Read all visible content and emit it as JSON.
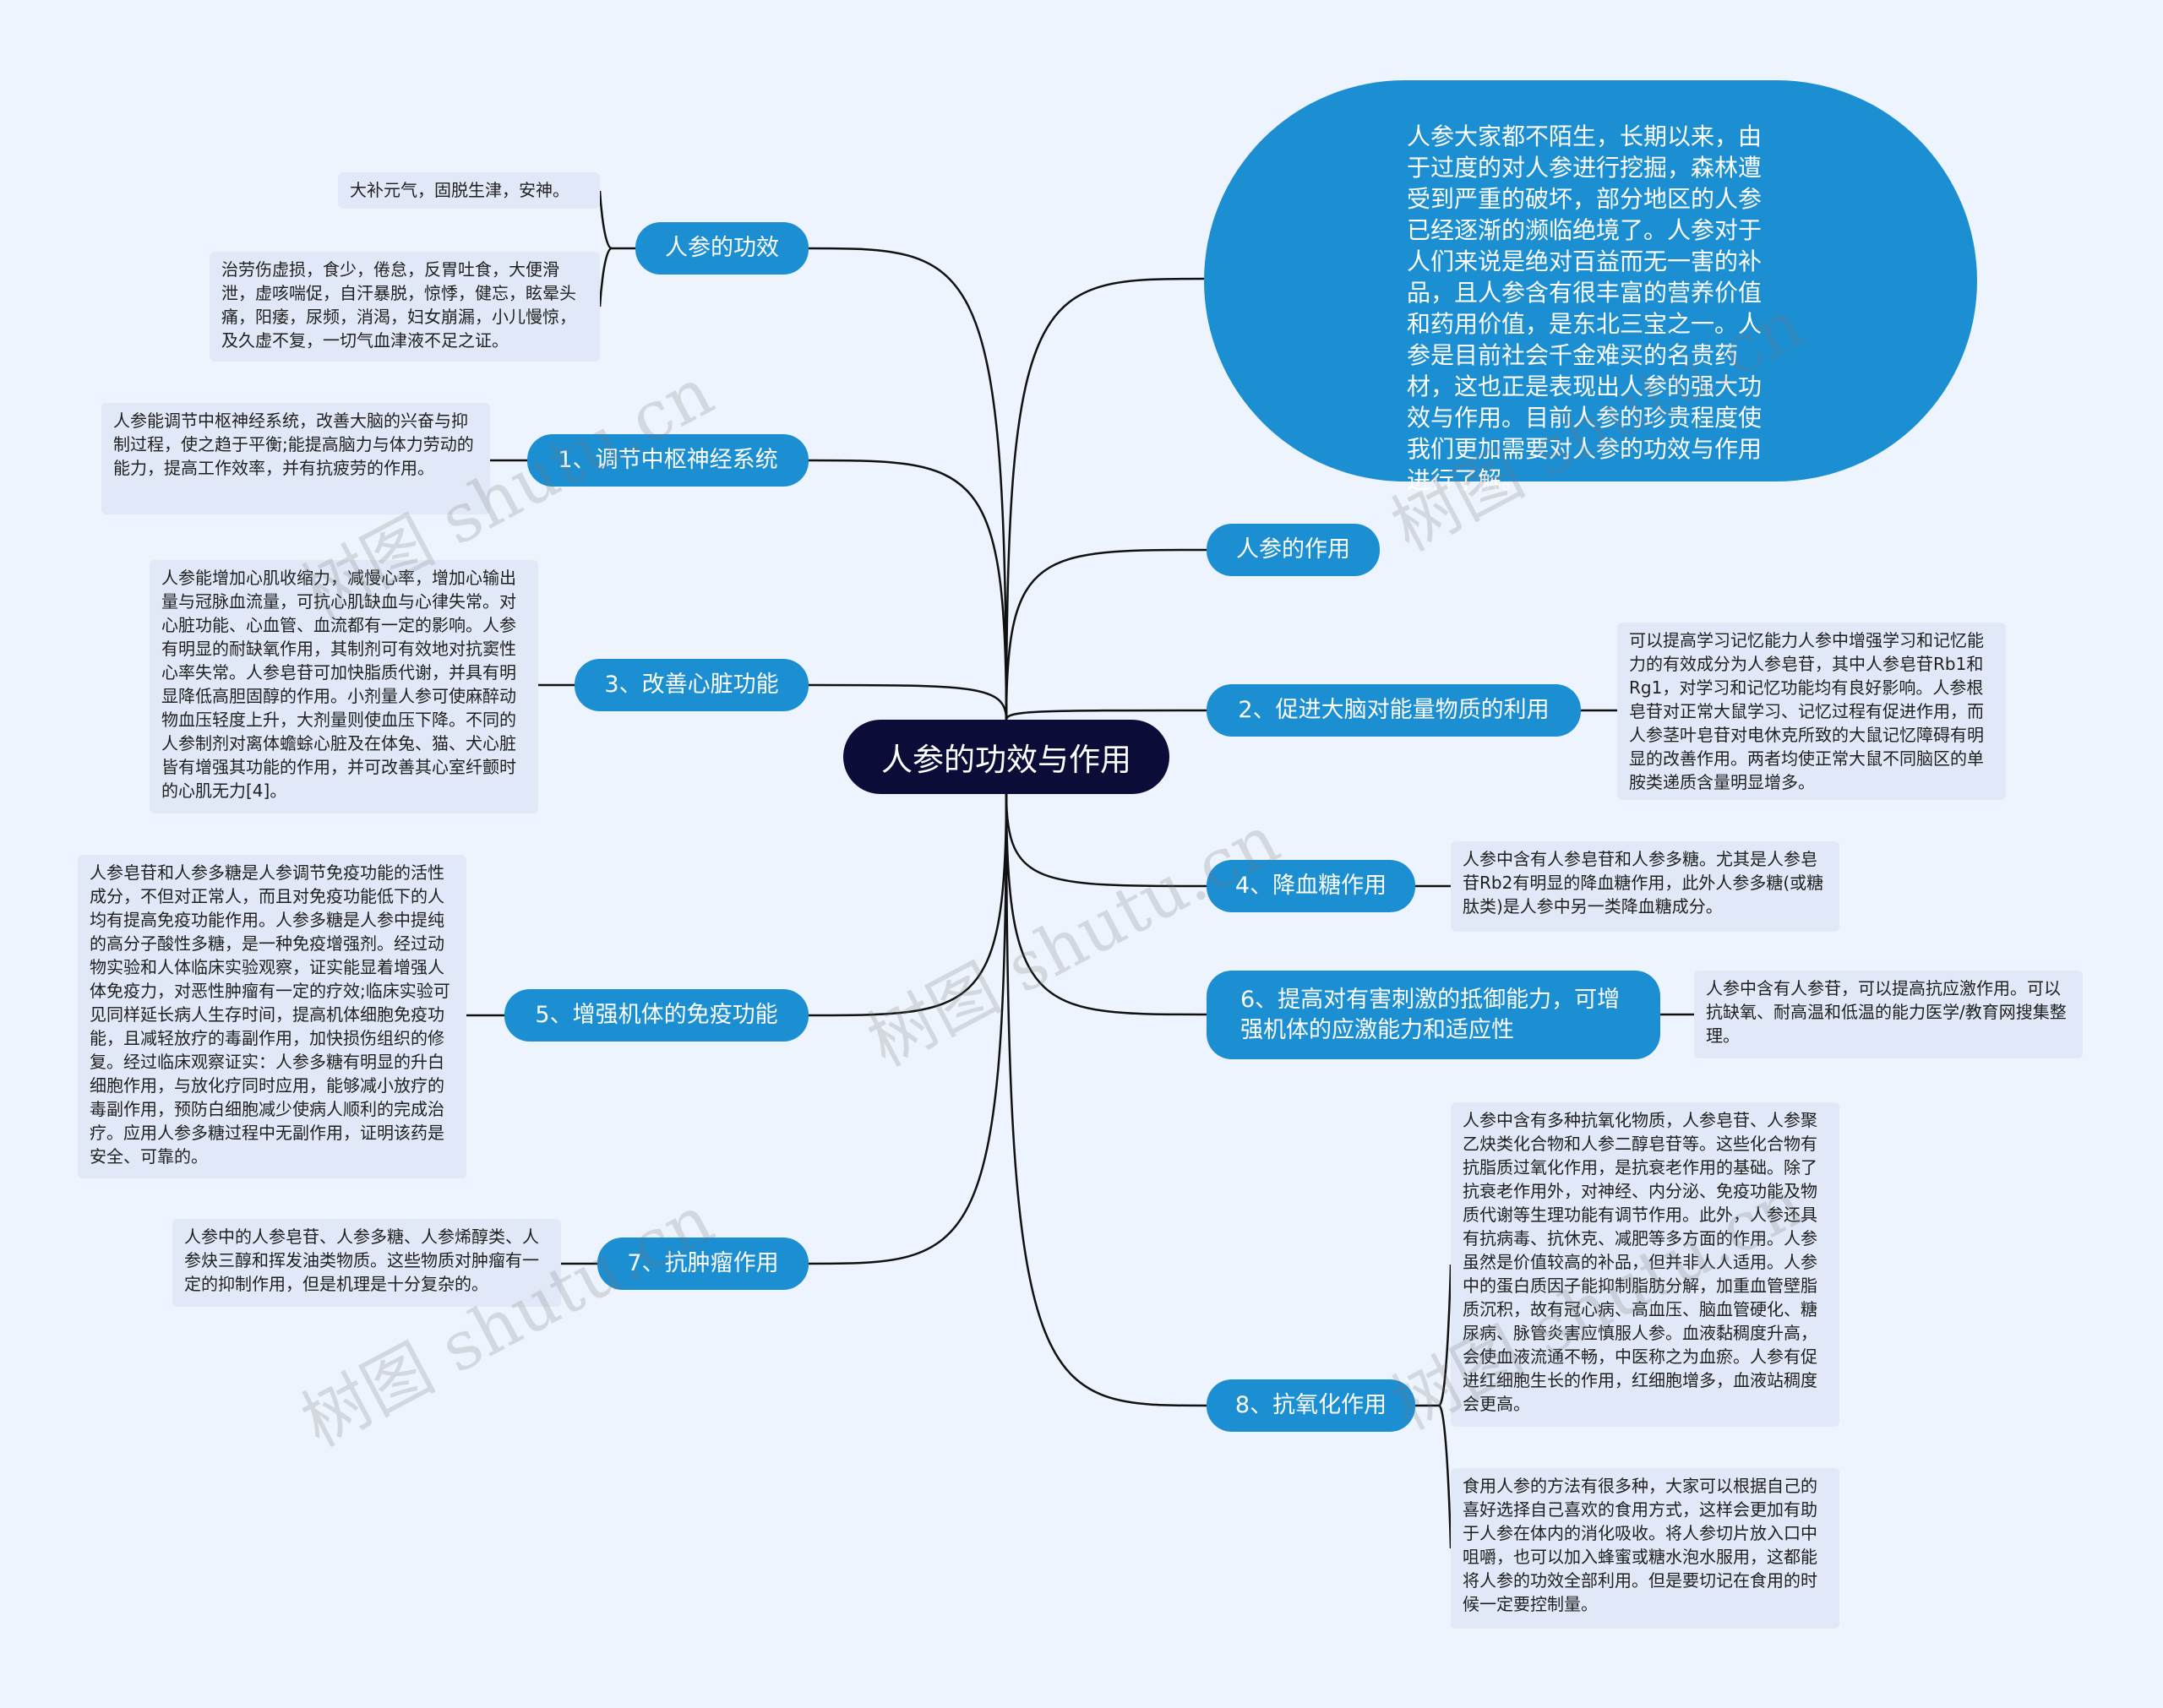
{
  "root": {
    "label": "人参的功效与作用"
  },
  "intro": "人参大家都不陌生，长期以来，由于过度的对人参进行挖掘，森林遭受到严重的破坏，部分地区的人参已经逐渐的濒临绝境了。人参对于人们来说是绝对百益而无一害的补品，且人参含有很丰富的营养价值和药用价值，是东北三宝之一。人参是目前社会千金难买的名贵药材，这也正是表现出人参的强大功效与作用。目前人参的珍贵程度使我们更加需要对人参的功效与作用进行了解。",
  "left": [
    {
      "label": "人参的功效",
      "leaves": [
        "大补元气，固脱生津，安神。",
        "治劳伤虚损，食少，倦怠，反胃吐食，大便滑泄，虚咳喘促，自汗暴脱，惊悸，健忘，眩晕头痛，阳痿，尿频，消渴，妇女崩漏，小儿慢惊，及久虚不复，一切气血津液不足之证。"
      ]
    },
    {
      "label": "1、调节中枢神经系统",
      "leaves": [
        "人参能调节中枢神经系统，改善大脑的兴奋与抑制过程，使之趋于平衡;能提高脑力与体力劳动的能力，提高工作效率，并有抗疲劳的作用。"
      ]
    },
    {
      "label": "3、改善心脏功能",
      "leaves": [
        "人参能增加心肌收缩力，减慢心率，增加心输出量与冠脉血流量，可抗心肌缺血与心律失常。对心脏功能、心血管、血流都有一定的影响。人参有明显的耐缺氧作用，其制剂可有效地对抗窦性心率失常。人参皂苷可加快脂质代谢，并具有明显降低高胆固醇的作用。小剂量人参可使麻醉动物血压轻度上升，大剂量则使血压下降。不同的人参制剂对离体蟾蜍心脏及在体兔、猫、犬心脏皆有增强其功能的作用，并可改善其心室纤颤时的心肌无力[4]。"
      ]
    },
    {
      "label": "5、增强机体的免疫功能",
      "leaves": [
        "人参皂苷和人参多糖是人参调节免疫功能的活性成分，不但对正常人，而且对免疫功能低下的人均有提高免疫功能作用。人参多糖是人参中提纯的高分子酸性多糖，是一种免疫增强剂。经过动物实验和人体临床实验观察，证实能显着增强人体免疫力，对恶性肿瘤有一定的疗效;临床实验可见同样延长病人生存时间，提高机体细胞免疫功能，且减轻放疗的毒副作用，加快损伤组织的修复。经过临床观察证实：人参多糖有明显的升白细胞作用，与放化疗同时应用，能够减小放疗的毒副作用，预防白细胞减少使病人顺利的完成治疗。应用人参多糖过程中无副作用，证明该药是安全、可靠的。"
      ]
    },
    {
      "label": "7、抗肿瘤作用",
      "leaves": [
        "人参中的人参皂苷、人参多糖、人参烯醇类、人参炔三醇和挥发油类物质。这些物质对肿瘤有一定的抑制作用，但是机理是十分复杂的。"
      ]
    }
  ],
  "right": [
    {
      "label": "人参的作用",
      "leaves": []
    },
    {
      "label": "2、促进大脑对能量物质的利用",
      "leaves": [
        "可以提高学习记忆能力人参中增强学习和记忆能力的有效成分为人参皂苷，其中人参皂苷Rb1和Rg1，对学习和记忆功能均有良好影响。人参根皂苷对正常大鼠学习、记忆过程有促进作用，而人参茎叶皂苷对电休克所致的大鼠记忆障碍有明显的改善作用。两者均使正常大鼠不同脑区的单胺类递质含量明显增多。"
      ]
    },
    {
      "label": "4、降血糖作用",
      "leaves": [
        "人参中含有人参皂苷和人参多糖。尤其是人参皂苷Rb2有明显的降血糖作用，此外人参多糖(或糖肽类)是人参中另一类降血糖成分。"
      ]
    },
    {
      "label": "6、提高对有害刺激的抵御能力，可增强机体的应激能力和适应性",
      "leaves": [
        "人参中含有人参苷，可以提高抗应激作用。可以抗缺氧、耐高温和低温的能力医学/教育网搜集整理。"
      ]
    },
    {
      "label": "8、抗氧化作用",
      "leaves": [
        "人参中含有多种抗氧化物质，人参皂苷、人参聚乙炔类化合物和人参二醇皂苷等。这些化合物有抗脂质过氧化作用，是抗衰老作用的基础。除了抗衰老作用外，对神经、内分泌、免疫功能及物质代谢等生理功能有调节作用。此外，人参还具有抗病毒、抗休克、减肥等多方面的作用。人参虽然是价值较高的补品，但并非人人适用。人参中的蛋白质因子能抑制脂肪分解，加重血管壁脂质沉积，故有冠心病、高血压、脑血管硬化、糖尿病、脉管炎害应慎服人参。血液黏稠度升高，会使血液流通不畅，中医称之为血瘀。人参有促进红细胞生长的作用，红细胞增多，血液站稠度会更高。",
        "食用人参的方法有很多种，大家可以根据自己的喜好选择自己喜欢的食用方式，这样会更加有助于人参在体内的消化吸收。将人参切片放入口中咀嚼，也可以加入蜂蜜或糖水泡水服用，这都能将人参的功效全部利用。但是要切记在食用的时候一定要控制量。"
      ]
    }
  ],
  "watermarks": [
    "树图 shutu.cn",
    "树图 shutu.cn",
    "树图 shutu.cn",
    "树图 shutu.cn",
    "树图 shutu.cn"
  ],
  "colors": {
    "background": "#eef4fd",
    "root": "#0b0c38",
    "topic": "#1b8fd2",
    "leaf": "#e1e9f8",
    "line": "#111111"
  }
}
